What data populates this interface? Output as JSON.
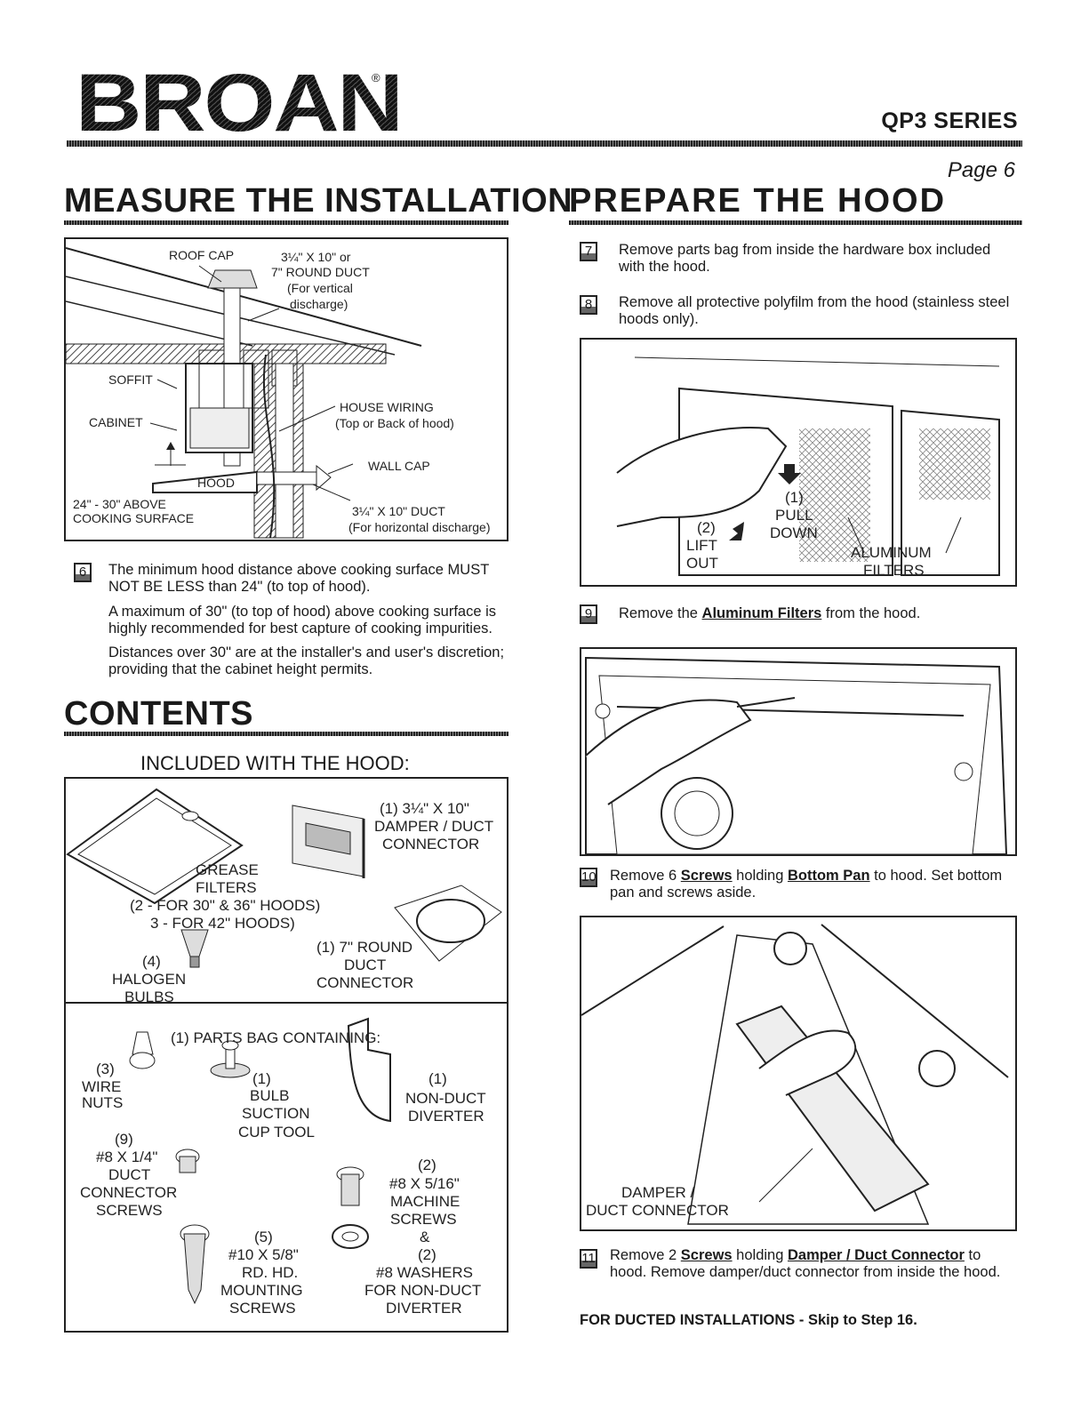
{
  "header": {
    "logo": "BROAN",
    "registered": "®",
    "series": "QP3 SERIES",
    "page": "Page 6"
  },
  "measure": {
    "title": "MEASURE THE INSTALLATION",
    "labels": {
      "roof_cap": "ROOF CAP",
      "duct_vertical_1": "3¼\" X 10\" or",
      "duct_vertical_2": "7\" ROUND DUCT",
      "duct_vertical_3": "(For vertical",
      "duct_vertical_4": "discharge)",
      "soffit": "SOFFIT",
      "cabinet": "CABINET",
      "house_wiring": "HOUSE WIRING",
      "house_wiring_note": "(Top or Back of hood)",
      "wall_cap": "WALL CAP",
      "hood": "HOOD",
      "above_1": "24\" - 30\" ABOVE",
      "above_2": "COOKING SURFACE",
      "duct_h_1": "3¼\" X 10\" DUCT",
      "duct_h_2": "(For horizontal discharge)"
    },
    "step": "6",
    "p1": "The minimum hood distance above cooking surface MUST NOT BE LESS than 24\" (to top of hood).",
    "p2": "A maximum of 30\" (to top of hood) above cooking surface is highly recommended for best capture of cooking impurities.",
    "p3": "Distances over 30\" are at the installer's and user's discretion; providing that the cabinet height permits."
  },
  "contents": {
    "title": "CONTENTS",
    "subtitle": "INCLUDED WITH THE HOOD:",
    "top": {
      "damper_1": "(1) 3¼\" X 10\"",
      "damper_2": "DAMPER / DUCT",
      "damper_3": "CONNECTOR",
      "grease_1": "GREASE",
      "grease_2": "FILTERS",
      "grease_3": "(2 - FOR 30\" & 36\" HOODS)",
      "grease_4": "3 - FOR 42\" HOODS)",
      "round_1": "(1) 7\" ROUND",
      "round_2": "DUCT",
      "round_3": "CONNECTOR",
      "halogen_1": "(4)",
      "halogen_2": "HALOGEN",
      "halogen_3": "BULBS"
    },
    "bag": {
      "title": "(1) PARTS BAG CONTAINING:",
      "wire_1": "(3)",
      "wire_2": "WIRE",
      "wire_3": "NUTS",
      "suction_1": "(1)",
      "suction_2": "BULB",
      "suction_3": "SUCTION",
      "suction_4": "CUP TOOL",
      "diverter_1": "(1)",
      "diverter_2": "NON-DUCT",
      "diverter_3": "DIVERTER",
      "dscrew_1": "(9)",
      "dscrew_2": "#8 X 1/4\"",
      "dscrew_3": "DUCT",
      "dscrew_4": "CONNECTOR",
      "dscrew_5": "SCREWS",
      "mscrew_1": "(2)",
      "mscrew_2": "#8 X 5/16\"",
      "mscrew_3": "MACHINE",
      "mscrew_4": "SCREWS",
      "mscrew_5": "&",
      "washer_1": "(2)",
      "washer_2": "#8 WASHERS",
      "washer_3": "FOR NON-DUCT",
      "washer_4": "DIVERTER",
      "mount_1": "(5)",
      "mount_2": "#10 X 5/8\"",
      "mount_3": "RD. HD.",
      "mount_4": "MOUNTING",
      "mount_5": "SCREWS"
    }
  },
  "prepare": {
    "title": "PREPARE THE HOOD",
    "s7_num": "7",
    "s7": "Remove parts bag from inside the hardware box included with the hood.",
    "s8_num": "8",
    "s8": "Remove all protective polyfilm from the hood (stainless steel hoods only).",
    "fig1": {
      "one": "(1)",
      "pull": "PULL",
      "down": "DOWN",
      "two": "(2)",
      "lift": "LIFT",
      "out": "OUT",
      "alum_1": "ALUMINUM",
      "alum_2": "FILTERS"
    },
    "s9_num": "9",
    "s9_a": "Remove the ",
    "s9_link": "Aluminum Filters",
    "s9_b": " from the hood.",
    "s10_num": "10",
    "s10_a": "Remove 6 ",
    "s10_link1": "Screws",
    "s10_b": " holding ",
    "s10_link2": "Bottom Pan",
    "s10_c": " to hood. Set bottom pan and screws aside.",
    "fig3": {
      "damper_1": "DAMPER /",
      "damper_2": "DUCT CONNECTOR"
    },
    "s11_num": "11",
    "s11_a": "Remove 2 ",
    "s11_link1": "Screws",
    "s11_b": " holding ",
    "s11_link2": "Damper / Duct Connector",
    "s11_c": " to hood. Remove damper/duct connector from inside the hood.",
    "ducted": "FOR DUCTED INSTALLATIONS - Skip to Step 16."
  }
}
